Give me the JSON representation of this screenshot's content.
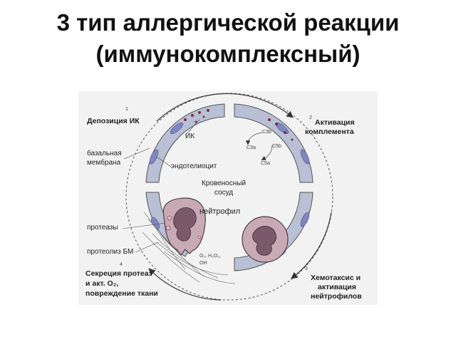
{
  "title": {
    "line1": "3 тип аллергической реакции",
    "line2": "(иммунокомплексный)"
  },
  "diagram": {
    "steps": {
      "s1": {
        "number": "1",
        "label": "Депозиция ИК"
      },
      "s2": {
        "number": "2",
        "label_line1": "Активация",
        "label_line2": "комплемента"
      },
      "s3": {
        "number": "3",
        "label_line1": "Хемотаксис и",
        "label_line2": "активация",
        "label_line3": "нейтрофилов"
      },
      "s4": {
        "number": "4",
        "label_line1": "Секреция протеаз",
        "label_line2": "и акт. O₂,",
        "label_line3": "повреждение ткани"
      }
    },
    "labels": {
      "ik": "ИК",
      "basal_line1": "базальная",
      "basal_line2": "мембрана",
      "endothelium": "эндотелиоцит",
      "vessel_line1": "Кровеносный",
      "vessel_line2": "сосуд",
      "neutrophil": "нейтрофил",
      "proteases": "протеазы",
      "proteolysis": "протеолиз БМ",
      "oxygen_line1": "O₂, H₂O₂,",
      "oxygen_line2": "OH"
    },
    "complement": [
      "C3b",
      "C3a",
      "C5b",
      "C5a"
    ],
    "colors": {
      "background": "#f2f2f2",
      "vessel_wall": "#b9bfd4",
      "nucleus": "#7f86c2",
      "cell": "#c8aab5",
      "cell_nucleus": "#7a5a68",
      "immune_complex": "#7a2f3a",
      "arrow": "#333333"
    }
  }
}
